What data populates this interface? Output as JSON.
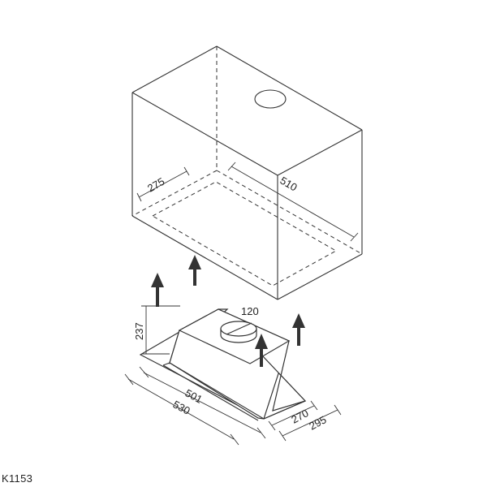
{
  "diagram": {
    "model_code": "K1153",
    "cabinet": {
      "opening_depth": "275",
      "opening_width": "510"
    },
    "hood": {
      "height": "237",
      "duct_diameter": "120",
      "inner_width": "501",
      "outer_width": "530",
      "inner_depth": "270",
      "outer_depth": "295"
    }
  }
}
